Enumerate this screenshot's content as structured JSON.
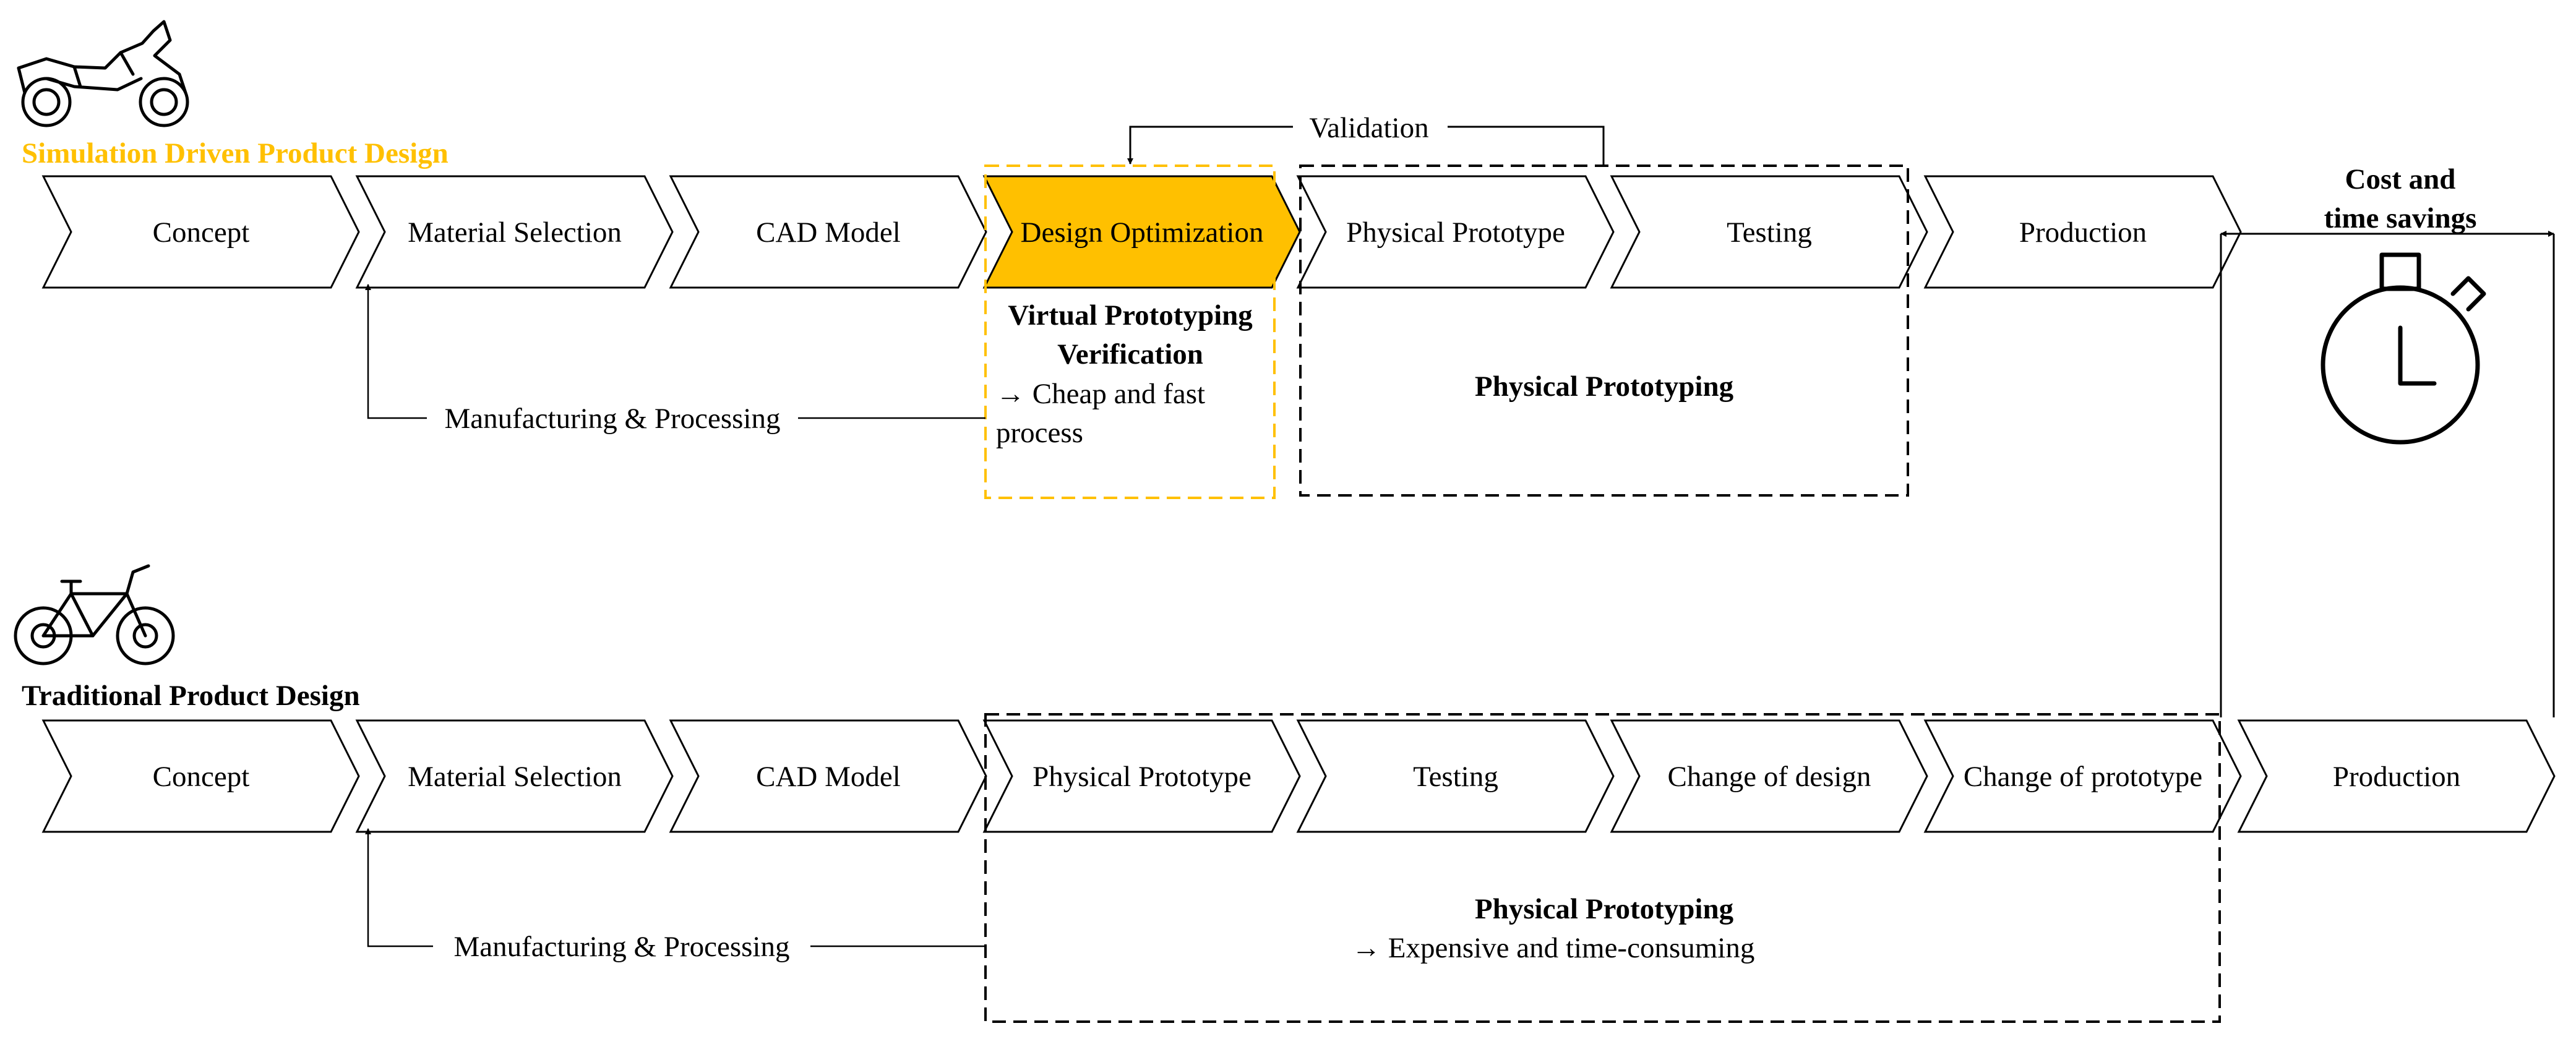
{
  "colors": {
    "accent": "#FFC000",
    "line": "#000000",
    "background": "#FFFFFF"
  },
  "simulation": {
    "title": "Simulation Driven Product Design",
    "icon": "motorcycle-icon",
    "steps": [
      "Concept",
      "Material Selection",
      "CAD Model",
      "Design Optimization",
      "Physical Prototype",
      "Testing",
      "Production"
    ],
    "highlighted_step": "Design Optimization",
    "validation_label": "Validation",
    "manufacturing_label": "Manufacturing & Processing",
    "virtual_box": {
      "title_line1": "Virtual Prototyping",
      "title_line2": "Verification",
      "note_line1": "→  Cheap and fast",
      "note_line2": "process"
    },
    "physical_box": {
      "title": "Physical Prototyping"
    }
  },
  "savings": {
    "line1": "Cost and",
    "line2": "time savings",
    "icon": "stopwatch-icon"
  },
  "traditional": {
    "title": "Traditional Product Design",
    "icon": "bicycle-icon",
    "steps": [
      "Concept",
      "Material Selection",
      "CAD Model",
      "Physical Prototype",
      "Testing",
      "Change of design",
      "Change of prototype",
      "Production"
    ],
    "manufacturing_label": "Manufacturing & Processing",
    "physical_box": {
      "title": "Physical Prototyping",
      "note": "→  Expensive and time-consuming"
    }
  }
}
